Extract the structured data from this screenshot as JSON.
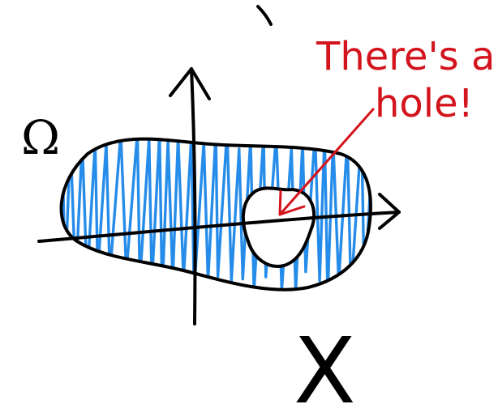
{
  "labels": {
    "domain_symbol": "Ω",
    "space_symbol": "X",
    "annotation_line1": "There's a",
    "annotation_line2": "hole!"
  },
  "colors": {
    "ink": "#000000",
    "shading": "#1a86e8",
    "annotation": "#d4141c"
  }
}
